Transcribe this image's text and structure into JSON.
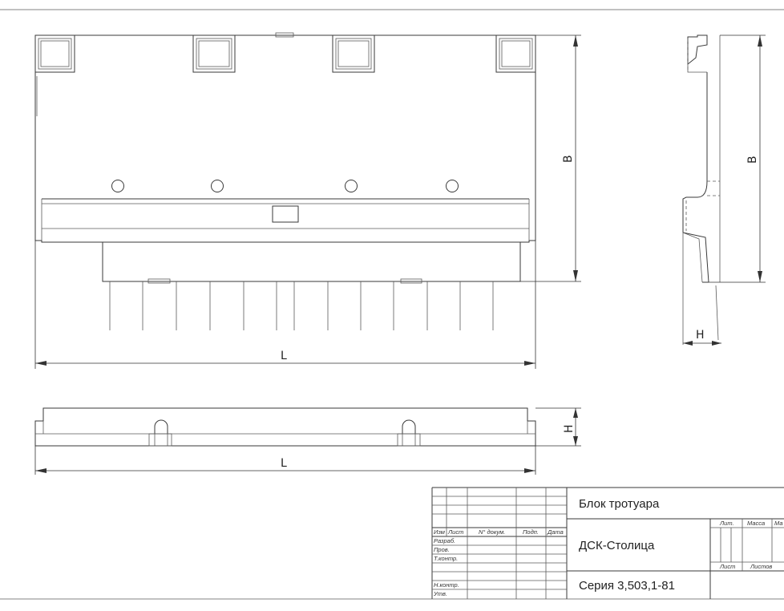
{
  "dimensions": {
    "front_width_label": "L",
    "front_height_label": "B",
    "side_height_label": "B",
    "side_thickness_label": "H",
    "plan_length_label": "L",
    "plan_height_label": "H"
  },
  "title_block": {
    "product_name": "Блок тротуара",
    "organization": "ДСК-Столица",
    "series": "Серия 3,503,1-81",
    "columns": {
      "izm": "Изм",
      "list": "Лист",
      "doc_no": "N° докум.",
      "sign": "Подп.",
      "date": "Дата"
    },
    "rows": {
      "razrab": "Разраб.",
      "prov": "Пров.",
      "t_kontr": "Т.контр.",
      "n_kontr": "Н.контр.",
      "utv": "Утв."
    },
    "stage_headers": {
      "lit": "Лит.",
      "massa": "Масса",
      "masshtab": "Ма",
      "list": "Лист",
      "listov": "Листов"
    }
  }
}
